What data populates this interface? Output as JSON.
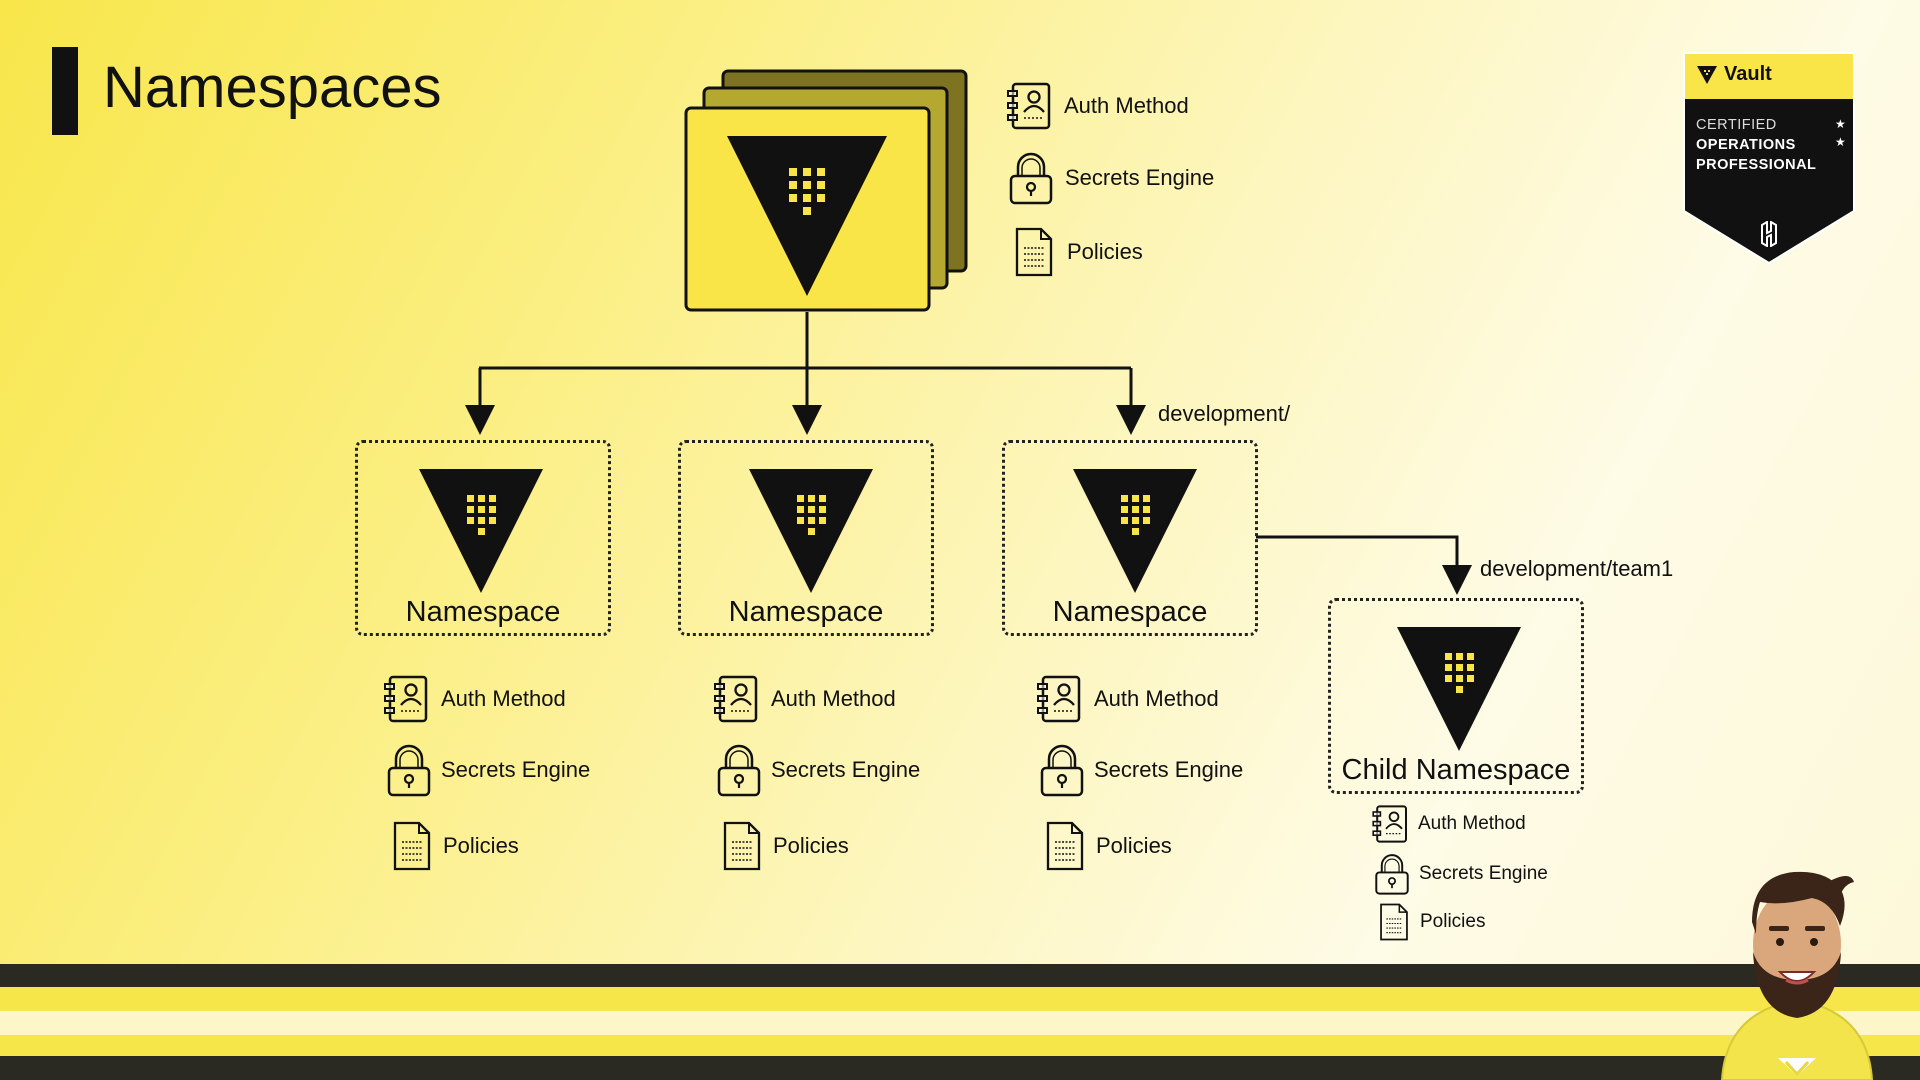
{
  "title": "Namespaces",
  "resources": {
    "auth": "Auth Method",
    "secrets": "Secrets Engine",
    "policies": "Policies"
  },
  "namespaces": [
    {
      "label": "Namespace",
      "path": ""
    },
    {
      "label": "Namespace",
      "path": ""
    },
    {
      "label": "Namespace",
      "path": "development/"
    }
  ],
  "child_namespace": {
    "label": "Child Namespace",
    "path": "development/team1"
  },
  "badge": {
    "brand": "Vault",
    "line1": "CERTIFIED",
    "line2": "OPERATIONS",
    "line3": "PROFESSIONAL"
  },
  "icons": [
    "vault-logo-icon",
    "address-book-icon",
    "padlock-icon",
    "document-icon",
    "hashicorp-icon",
    "presenter-avatar"
  ],
  "colors": {
    "yellow": "#f9e547",
    "black": "#111111",
    "olive": "#8c8024"
  }
}
